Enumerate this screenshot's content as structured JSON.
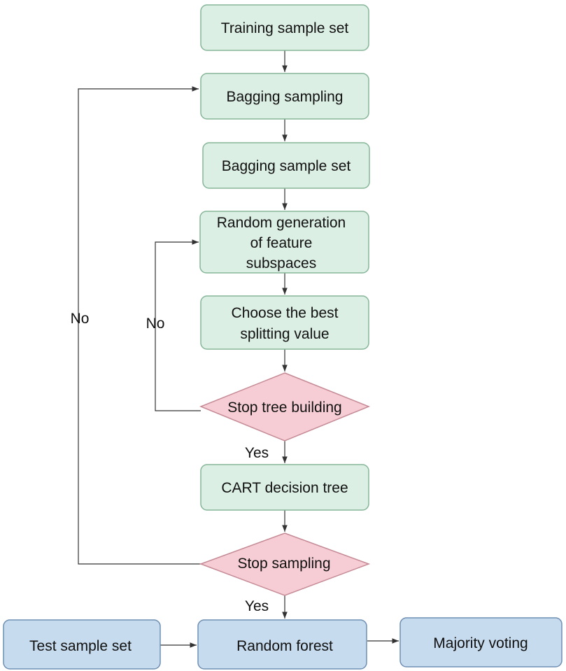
{
  "nodes": {
    "training_sample_set": "Training sample set",
    "bagging_sampling": "Bagging sampling",
    "bagging_sample_set": "Bagging sample set",
    "random_generation": [
      "Random generation",
      "of feature",
      "subspaces"
    ],
    "choose_best_split": [
      "Choose the best",
      "splitting value"
    ],
    "stop_tree_building": "Stop tree building",
    "cart_decision_tree": "CART decision tree",
    "stop_sampling": "Stop sampling",
    "test_sample_set": "Test sample set",
    "random_forest": "Random forest",
    "majority_voting": "Majority voting"
  },
  "edge_labels": {
    "no_outer": "No",
    "no_inner": "No",
    "yes_tree": "Yes",
    "yes_sampling": "Yes"
  },
  "colors": {
    "process_fill": "#dcefe4",
    "decision_fill": "#f6cdd4",
    "io_fill": "#c7dbee"
  }
}
